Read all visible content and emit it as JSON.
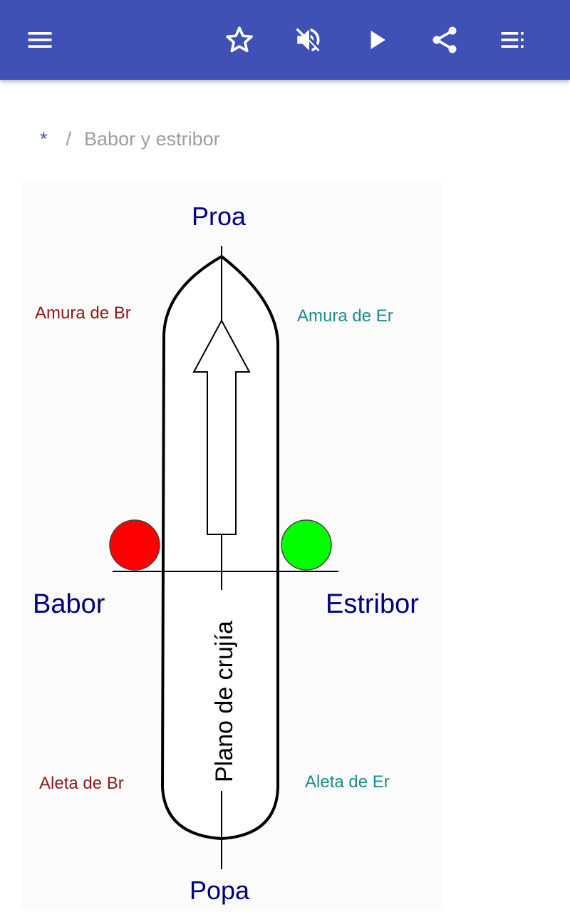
{
  "toolbar": {
    "menu_icon": "menu-icon",
    "favorite_icon": "star-outline-icon",
    "mute_icon": "volume-off-icon",
    "play_icon": "play-icon",
    "share_icon": "share-icon",
    "toc_icon": "list-icon",
    "background_color": "#3f51b5",
    "icon_color": "#ffffff"
  },
  "breadcrumb": {
    "home": "*",
    "separator": "/",
    "current": "Babor y estribor"
  },
  "diagram": {
    "labels": {
      "bow": "Proa",
      "stern": "Popa",
      "port": "Babor",
      "starboard": "Estribor",
      "port_bow": "Amura de Br",
      "starboard_bow": "Amura de Er",
      "port_quarter": "Aleta de Br",
      "starboard_quarter": "Aleta de Er",
      "centerline": "Plano de crujía"
    },
    "colors": {
      "main_label": "#000080",
      "port_small_label": "#8b1a1a",
      "starboard_small_label": "#1a8c8c",
      "port_light": "#ff0000",
      "starboard_light": "#00ff00"
    }
  }
}
